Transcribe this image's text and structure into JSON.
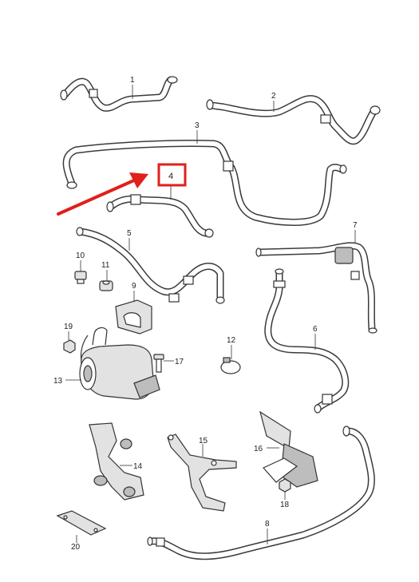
{
  "highlight": {
    "label": "4",
    "color": "#e0201b"
  },
  "parts": {
    "p1": "1",
    "p2": "2",
    "p3": "3",
    "p5": "5",
    "p6": "6",
    "p7": "7",
    "p8": "8",
    "p9": "9",
    "p10": "10",
    "p11": "11",
    "p12": "12",
    "p13": "13",
    "p14": "14",
    "p15": "15",
    "p16": "16",
    "p17": "17",
    "p18": "18",
    "p19": "19",
    "p20": "20"
  },
  "colors": {
    "line": "#3a3a3a",
    "arrow": "#e0201b"
  }
}
